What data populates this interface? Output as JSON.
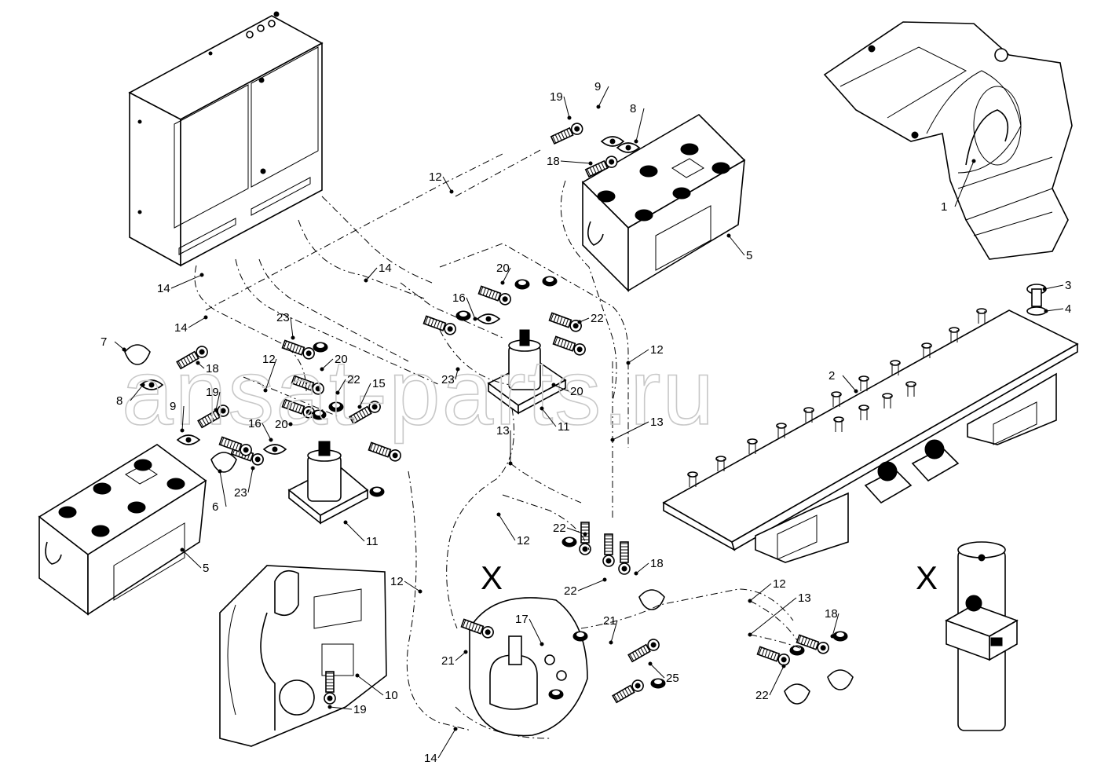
{
  "watermark": "ansat-parts.ru",
  "view_markers": [
    "X",
    "X"
  ],
  "callouts": [
    {
      "id": "c1",
      "text": "1"
    },
    {
      "id": "c2",
      "text": "2"
    },
    {
      "id": "c3",
      "text": "3"
    },
    {
      "id": "c4",
      "text": "4"
    },
    {
      "id": "c5a",
      "text": "5"
    },
    {
      "id": "c5b",
      "text": "5"
    },
    {
      "id": "c6",
      "text": "6"
    },
    {
      "id": "c7",
      "text": "7"
    },
    {
      "id": "c8a",
      "text": "8"
    },
    {
      "id": "c8b",
      "text": "8"
    },
    {
      "id": "c9a",
      "text": "9"
    },
    {
      "id": "c9b",
      "text": "9"
    },
    {
      "id": "c10",
      "text": "10"
    },
    {
      "id": "c11a",
      "text": "11"
    },
    {
      "id": "c11b",
      "text": "11"
    },
    {
      "id": "c12a",
      "text": "12"
    },
    {
      "id": "c12b",
      "text": "12"
    },
    {
      "id": "c12c",
      "text": "12"
    },
    {
      "id": "c12d",
      "text": "12"
    },
    {
      "id": "c12e",
      "text": "12"
    },
    {
      "id": "c12f",
      "text": "12"
    },
    {
      "id": "c13a",
      "text": "13"
    },
    {
      "id": "c13b",
      "text": "13"
    },
    {
      "id": "c13c",
      "text": "13"
    },
    {
      "id": "c14a",
      "text": "14"
    },
    {
      "id": "c14b",
      "text": "14"
    },
    {
      "id": "c14c",
      "text": "14"
    },
    {
      "id": "c14d",
      "text": "14"
    },
    {
      "id": "c15",
      "text": "15"
    },
    {
      "id": "c16a",
      "text": "16"
    },
    {
      "id": "c16b",
      "text": "16"
    },
    {
      "id": "c17",
      "text": "17"
    },
    {
      "id": "c18a",
      "text": "18"
    },
    {
      "id": "c18b",
      "text": "18"
    },
    {
      "id": "c18c",
      "text": "18"
    },
    {
      "id": "c18d",
      "text": "18"
    },
    {
      "id": "c19a",
      "text": "19"
    },
    {
      "id": "c19b",
      "text": "19"
    },
    {
      "id": "c19c",
      "text": "19"
    },
    {
      "id": "c20a",
      "text": "20"
    },
    {
      "id": "c20b",
      "text": "20"
    },
    {
      "id": "c20c",
      "text": "20"
    },
    {
      "id": "c20d",
      "text": "20"
    },
    {
      "id": "c21a",
      "text": "21"
    },
    {
      "id": "c21b",
      "text": "21"
    },
    {
      "id": "c22a",
      "text": "22"
    },
    {
      "id": "c22b",
      "text": "22"
    },
    {
      "id": "c22c",
      "text": "22"
    },
    {
      "id": "c22d",
      "text": "22"
    },
    {
      "id": "c22e",
      "text": "22"
    },
    {
      "id": "c23a",
      "text": "23"
    },
    {
      "id": "c23b",
      "text": "23"
    },
    {
      "id": "c23c",
      "text": "23"
    },
    {
      "id": "c25",
      "text": "25"
    }
  ]
}
